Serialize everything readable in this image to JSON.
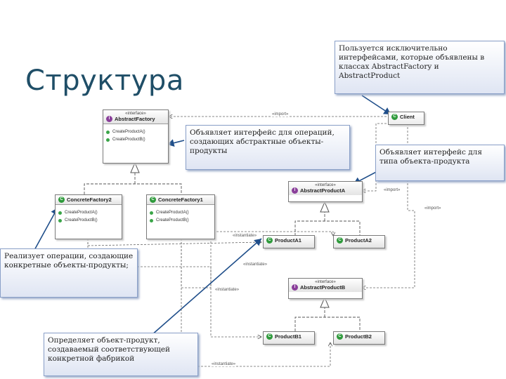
{
  "slide": {
    "title": "Структура"
  },
  "notes": {
    "client_note": "Пользуется исключительно интерфейсами, которые объявлены в классах AbstractFactory и AbstractProduct",
    "abstract_factory_note": "Объявляет интерфейс для операций, создающих абстрактные объекты-продукты",
    "abstract_product_note": "Объявляет интерфейс для типа объекта-продукта",
    "concrete_factory_note": "Реализует операции, создающие конкретные объекты-продукты;",
    "concrete_product_note": "Определяет объект-продукт, создаваемый соответствующей конкретной фабрикой"
  },
  "uml": {
    "stereotype_interface": "«interface»",
    "abstract_factory": {
      "name": "AbstractFactory",
      "ops": [
        "CreateProductA()",
        "CreateProductB()"
      ],
      "badge": "I"
    },
    "client": {
      "name": "Client",
      "badge": "C"
    },
    "concrete_factory1": {
      "name": "ConcreteFactory1",
      "ops": [
        "CreateProductA()",
        "CreateProductB()"
      ],
      "badge": "C"
    },
    "concrete_factory2": {
      "name": "ConcreteFactory2",
      "ops": [
        "CreateProductA()",
        "CreateProductB()"
      ],
      "badge": "C"
    },
    "abstract_product_a": {
      "name": "AbstractProductA",
      "badge": "I"
    },
    "abstract_product_b": {
      "name": "AbstractProductB",
      "badge": "I"
    },
    "product_a1": {
      "name": "ProductA1",
      "badge": "C"
    },
    "product_a2": {
      "name": "ProductA2",
      "badge": "C"
    },
    "product_b1": {
      "name": "ProductB1",
      "badge": "C"
    },
    "product_b2": {
      "name": "ProductB2",
      "badge": "C"
    }
  },
  "wire_labels": {
    "import1": "«import»",
    "import2": "«import»",
    "import3": "«import»",
    "instantiate1": "«instantiate»",
    "instantiate2": "«instantiate»",
    "instantiate3": "«instantiate»",
    "instantiate4": "«instantiate»"
  },
  "colors": {
    "title": "#1f4e67",
    "note_fill": "#dfe5f3",
    "callout_line": "#1f4e8a",
    "interface_badge": "#8a3f9a",
    "class_badge": "#2e9a3b"
  }
}
